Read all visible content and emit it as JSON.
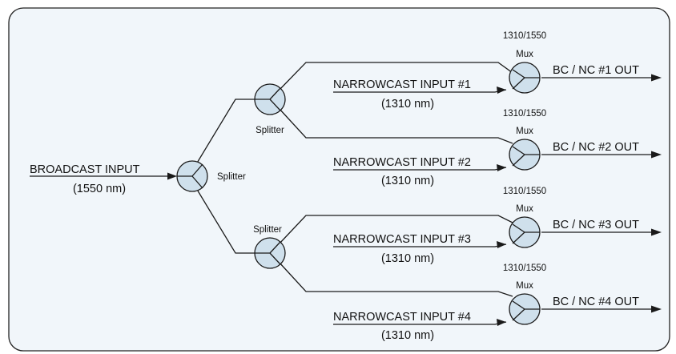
{
  "broadcast_input": {
    "label": "BROADCAST INPUT",
    "wavelength": "(1550 nm)"
  },
  "main_splitter": {
    "label": "Splitter"
  },
  "sub_splitters": [
    {
      "label": "Splitter"
    },
    {
      "label": "Splitter"
    }
  ],
  "narrowcast_inputs": [
    {
      "label": "NARROWCAST INPUT #1",
      "wavelength": "(1310 nm)"
    },
    {
      "label": "NARROWCAST INPUT #2",
      "wavelength": "(1310 nm)"
    },
    {
      "label": "NARROWCAST INPUT #3",
      "wavelength": "(1310 nm)"
    },
    {
      "label": "NARROWCAST INPUT #4",
      "wavelength": "(1310 nm)"
    }
  ],
  "muxes": [
    {
      "band": "1310/1550",
      "label": "Mux",
      "output": "BC / NC #1 OUT"
    },
    {
      "band": "1310/1550",
      "label": "Mux",
      "output": "BC / NC #2 OUT"
    },
    {
      "band": "1310/1550",
      "label": "Mux",
      "output": "BC / NC #3 OUT"
    },
    {
      "band": "1310/1550",
      "label": "Mux",
      "output": "BC / NC #4 OUT"
    }
  ],
  "colors": {
    "background": "#f1f6fa",
    "node_fill": "#cfe0ec",
    "line": "#1a1a1a"
  }
}
